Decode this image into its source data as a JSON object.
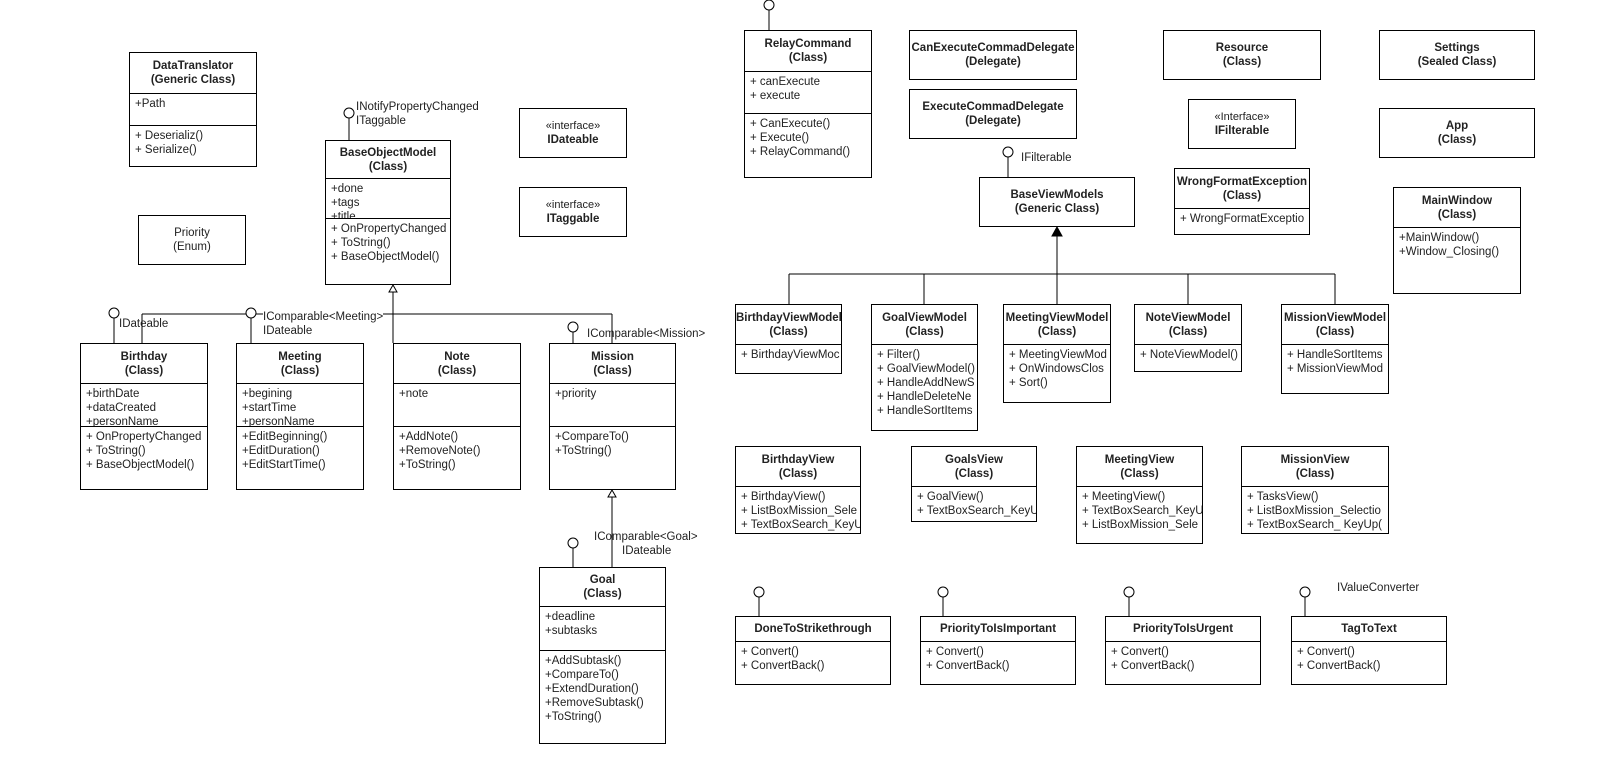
{
  "classes": [
    {
      "id": "datatranslator",
      "name": "DataTranslator",
      "kind": "(Generic Class)",
      "attributes": [
        "+Path"
      ],
      "methods": [
        "+ Deserializ()",
        "+ Serialize()"
      ]
    },
    {
      "id": "priority",
      "name": "Priority",
      "kind": "(Enum)",
      "attributes": [],
      "methods": []
    },
    {
      "id": "baseobjectmodel",
      "name": "BaseObjectModel",
      "kind": "(Class)",
      "attributes": [
        "+done",
        "+tags",
        "+title"
      ],
      "methods": [
        "+ OnPropertyChanged",
        "+ ToString()",
        "+ BaseObjectModel()"
      ]
    },
    {
      "id": "idateable",
      "stereotype": "«interface»",
      "name": "IDateable",
      "attributes": [],
      "methods": []
    },
    {
      "id": "itaggable",
      "stereotype": "«interface»",
      "name": "ITaggable",
      "attributes": [],
      "methods": []
    },
    {
      "id": "birthday",
      "name": "Birthday",
      "kind": "(Class)",
      "attributes": [
        "+birthDate",
        "+dataCreated",
        "+personName"
      ],
      "methods": [
        "+ OnPropertyChanged",
        "+ ToString()",
        "+ BaseObjectModel()"
      ]
    },
    {
      "id": "meeting",
      "name": "Meeting",
      "kind": "(Class)",
      "attributes": [
        "+begining",
        "+startTime",
        "+personName"
      ],
      "methods": [
        "+EditBeginning()",
        "+EditDuration()",
        "+EditStartTime()"
      ]
    },
    {
      "id": "note",
      "name": "Note",
      "kind": "(Class)",
      "attributes": [
        "+note"
      ],
      "methods": [
        "+AddNote()",
        "+RemoveNote()",
        "+ToString()"
      ]
    },
    {
      "id": "mission",
      "name": "Mission",
      "kind": "(Class)",
      "attributes": [
        "+priority"
      ],
      "methods": [
        "+CompareTo()",
        "+ToString()"
      ]
    },
    {
      "id": "goal",
      "name": "Goal",
      "kind": "(Class)",
      "attributes": [
        "+deadline",
        "+subtasks"
      ],
      "methods": [
        "+AddSubtask()",
        "+CompareTo()",
        "+ExtendDuration()",
        "+RemoveSubtask()",
        "+ToString()"
      ]
    },
    {
      "id": "relaycommand",
      "name": "RelayCommand",
      "kind": "(Class)",
      "attributes": [
        "+ canExecute",
        "+ execute"
      ],
      "methods": [
        "+ CanExecute()",
        "+ Execute()",
        "+ RelayCommand()"
      ]
    },
    {
      "id": "canexecute",
      "name": "CanExecuteCommadDelegate",
      "kind": "(Delegate)",
      "attributes": [],
      "methods": []
    },
    {
      "id": "execute",
      "name": "ExecuteCommadDelegate",
      "kind": "(Delegate)",
      "attributes": [],
      "methods": []
    },
    {
      "id": "resource",
      "name": "Resource",
      "kind": "(Class)",
      "attributes": [],
      "methods": []
    },
    {
      "id": "settings",
      "name": "Settings",
      "kind": "(Sealed Class)",
      "attributes": [],
      "methods": []
    },
    {
      "id": "app",
      "name": "App",
      "kind": "(Class)",
      "attributes": [],
      "methods": []
    },
    {
      "id": "ifilterable",
      "stereotype": "«Interface»",
      "name": "IFilterable",
      "attributes": [],
      "methods": []
    },
    {
      "id": "wrongformat",
      "name": "WrongFormatException",
      "kind": "(Class)",
      "attributes": [],
      "methods": [
        "+ WrongFormatExceptio"
      ]
    },
    {
      "id": "mainwindow",
      "name": "MainWindow",
      "kind": "(Class)",
      "attributes": [],
      "methods": [
        "+MainWindow()",
        "+Window_Closing()"
      ]
    },
    {
      "id": "baseviewmodels",
      "name": "BaseViewModels",
      "kind": "(Generic Class)",
      "attributes": [],
      "methods": []
    },
    {
      "id": "birthdayvm",
      "name": "BirthdayViewModel",
      "kind": "(Class)",
      "attributes": [],
      "methods": [
        "+ BirthdayViewMoc"
      ]
    },
    {
      "id": "goalvm",
      "name": "GoalViewModel",
      "kind": "(Class)",
      "attributes": [],
      "methods": [
        "+ Filter()",
        "+ GoalViewModel()",
        "+ HandleAddNewS",
        "+ HandleDeleteNe",
        "+ HandleSortItems"
      ]
    },
    {
      "id": "meetingvm",
      "name": "MeetingViewModel",
      "kind": "(Class)",
      "attributes": [],
      "methods": [
        "+ MeetingViewMod",
        "+ OnWindowsClos",
        "+ Sort()"
      ]
    },
    {
      "id": "notevm",
      "name": "NoteViewModel",
      "kind": "(Class)",
      "attributes": [],
      "methods": [
        "+ NoteViewModel()"
      ]
    },
    {
      "id": "missionvm",
      "name": "MissionViewModel",
      "kind": "(Class)",
      "attributes": [],
      "methods": [
        "+ HandleSortItems",
        "+ MissionViewMod"
      ]
    },
    {
      "id": "birthdayview",
      "name": "BirthdayView",
      "kind": "(Class)",
      "attributes": [],
      "methods": [
        "+ BirthdayView()",
        "+ ListBoxMission_Sele",
        "+ TextBoxSearch_KeyU"
      ]
    },
    {
      "id": "goalsview",
      "name": "GoalsView",
      "kind": "(Class)",
      "attributes": [],
      "methods": [
        "+ GoalView()",
        "+ TextBoxSearch_KeyU"
      ]
    },
    {
      "id": "meetingview",
      "name": "MeetingView",
      "kind": "(Class)",
      "attributes": [],
      "methods": [
        "+ MeetingView()",
        "+ TextBoxSearch_KeyU",
        "+ ListBoxMission_Sele"
      ]
    },
    {
      "id": "missionview",
      "name": "MissionView",
      "kind": "(Class)",
      "attributes": [],
      "methods": [
        "+ TasksView()",
        "+ ListBoxMission_Selectio",
        "+ TextBoxSearch_ KeyUp("
      ]
    },
    {
      "id": "donetostrike",
      "name": "DoneToStrikethrough",
      "attributes": [],
      "methods": [
        "+ Convert()",
        "+ ConvertBack()"
      ]
    },
    {
      "id": "priorityimportant",
      "name": "PriorityToIsImportant",
      "attributes": [],
      "methods": [
        "+ Convert()",
        "+ ConvertBack()"
      ]
    },
    {
      "id": "priorityurgent",
      "name": "PriorityToIsUrgent",
      "attributes": [],
      "methods": [
        "+ Convert()",
        "+ ConvertBack()"
      ]
    },
    {
      "id": "tagtotext",
      "name": "TagToText",
      "attributes": [],
      "methods": [
        "+ Convert()",
        "+ ConvertBack()"
      ]
    }
  ],
  "interface_labels": {
    "baseobjectmodel_1": "INotifyPropertyChanged",
    "baseobjectmodel_2": "ITaggable",
    "birthday": "IDateable",
    "meeting_1": "IComparable<Meeting>",
    "meeting_2": "IDateable",
    "mission": "IComparable<Mission>",
    "goal_1": "IComparable<Goal>",
    "goal_2": "IDateable",
    "baseviewmodels": "IFilterable",
    "converters": "IValueConverter"
  }
}
